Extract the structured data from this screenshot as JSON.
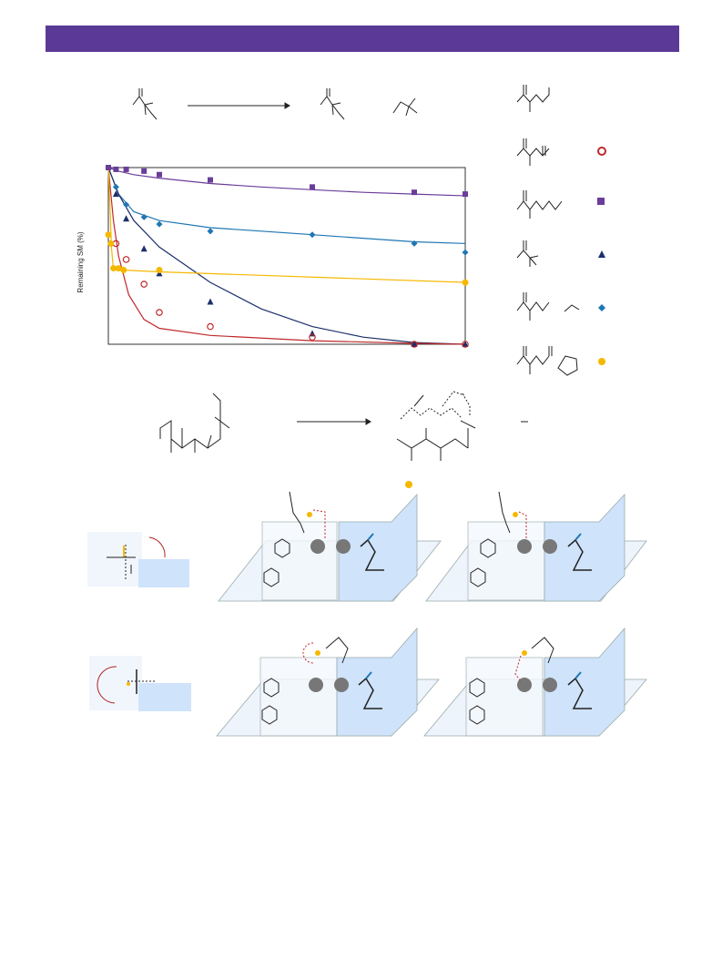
{
  "header": {
    "color": "#5b3a97"
  },
  "chart_data": {
    "type": "scatter",
    "ylabel": "Remaining SM (%)",
    "xlabel": "",
    "title": "",
    "xlim": [
      0,
      7
    ],
    "ylim": [
      0,
      100
    ],
    "grid": false,
    "series": [
      {
        "marker": "square",
        "color": "#6a3d9a",
        "points": [
          [
            0,
            100
          ],
          [
            0.15,
            99
          ],
          [
            0.35,
            99
          ],
          [
            0.7,
            98
          ],
          [
            1,
            96
          ],
          [
            2,
            93
          ],
          [
            4,
            89
          ],
          [
            6,
            86
          ],
          [
            7,
            85
          ]
        ],
        "fit": [
          [
            0,
            100
          ],
          [
            0.2,
            98
          ],
          [
            0.5,
            96
          ],
          [
            1,
            94
          ],
          [
            2,
            91
          ],
          [
            3,
            89
          ],
          [
            4,
            87.5
          ],
          [
            5,
            86
          ],
          [
            6,
            85
          ],
          [
            7,
            84
          ]
        ]
      },
      {
        "marker": "diamond",
        "color": "#1f77b4",
        "points": [
          [
            0.15,
            89
          ],
          [
            0.35,
            79
          ],
          [
            0.7,
            72
          ],
          [
            1,
            68
          ],
          [
            2,
            64
          ],
          [
            4,
            62
          ],
          [
            6,
            57
          ],
          [
            7,
            52
          ]
        ],
        "fit": [
          [
            0,
            100
          ],
          [
            0.2,
            85
          ],
          [
            0.5,
            75
          ],
          [
            1,
            70
          ],
          [
            2,
            66
          ],
          [
            3,
            64
          ],
          [
            4,
            62
          ],
          [
            5,
            60
          ],
          [
            6,
            58
          ],
          [
            7,
            57
          ]
        ]
      },
      {
        "marker": "triangle",
        "color": "#1b2f6b",
        "points": [
          [
            0.15,
            85
          ],
          [
            0.35,
            71
          ],
          [
            0.7,
            54
          ],
          [
            1,
            40
          ],
          [
            2,
            24
          ],
          [
            4,
            6
          ],
          [
            6,
            0
          ],
          [
            7,
            0
          ]
        ],
        "fit": [
          [
            0,
            100
          ],
          [
            0.2,
            85
          ],
          [
            0.5,
            70
          ],
          [
            1,
            55
          ],
          [
            2,
            35
          ],
          [
            3,
            20
          ],
          [
            4,
            10
          ],
          [
            5,
            4
          ],
          [
            6,
            1
          ],
          [
            7,
            0
          ]
        ]
      },
      {
        "marker": "circle-open",
        "color": "#c0282a",
        "points": [
          [
            0.15,
            57
          ],
          [
            0.35,
            48
          ],
          [
            0.7,
            34
          ],
          [
            1,
            18
          ],
          [
            2,
            10
          ],
          [
            4,
            4
          ],
          [
            6,
            0
          ],
          [
            7,
            0
          ]
        ],
        "fit": [
          [
            0,
            100
          ],
          [
            0.1,
            70
          ],
          [
            0.2,
            50
          ],
          [
            0.4,
            28
          ],
          [
            0.7,
            14
          ],
          [
            1,
            9
          ],
          [
            2,
            5
          ],
          [
            4,
            2
          ],
          [
            6,
            0.5
          ],
          [
            7,
            0
          ]
        ]
      },
      {
        "marker": "circle-filled",
        "color": "#f5b800",
        "points": [
          [
            0,
            62
          ],
          [
            0.05,
            57
          ],
          [
            0.1,
            43
          ],
          [
            0.2,
            43
          ],
          [
            0.3,
            42
          ],
          [
            1,
            42
          ],
          [
            7,
            35
          ]
        ],
        "fit": [
          [
            0,
            100
          ],
          [
            0.03,
            80
          ],
          [
            0.06,
            55
          ],
          [
            0.1,
            42
          ],
          [
            0.3,
            42
          ],
          [
            1,
            41
          ],
          [
            3,
            39
          ],
          [
            5,
            37
          ],
          [
            7,
            35
          ]
        ]
      }
    ]
  }
}
